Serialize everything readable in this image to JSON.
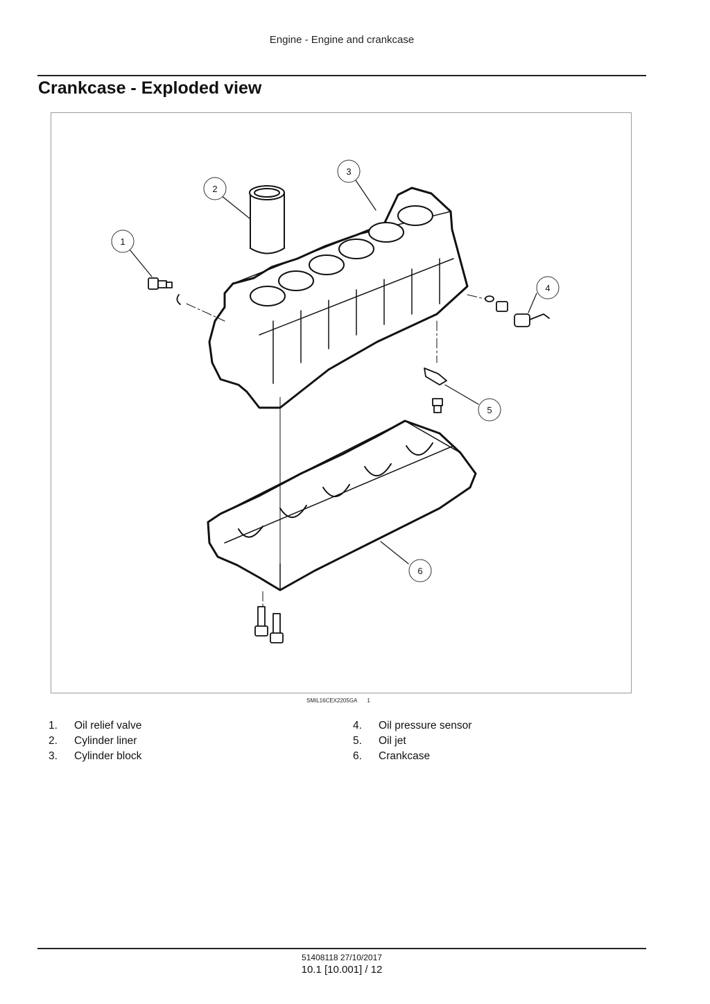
{
  "header": {
    "section": "Engine - Engine and crankcase"
  },
  "title": "Crankcase - Exploded view",
  "figure": {
    "image_code": "SMIL16CEX2205GA",
    "figure_number": "1",
    "callouts": [
      "1",
      "2",
      "3",
      "4",
      "5",
      "6"
    ]
  },
  "legend": [
    {
      "num": "1.",
      "label": "Oil relief valve"
    },
    {
      "num": "2.",
      "label": "Cylinder liner"
    },
    {
      "num": "3.",
      "label": "Cylinder block"
    },
    {
      "num": "4.",
      "label": "Oil pressure sensor"
    },
    {
      "num": "5.",
      "label": "Oil jet"
    },
    {
      "num": "6.",
      "label": "Crankcase"
    }
  ],
  "footer": {
    "doc_ref": "51408118 27/10/2017",
    "page": "10.1 [10.001] / 12"
  }
}
